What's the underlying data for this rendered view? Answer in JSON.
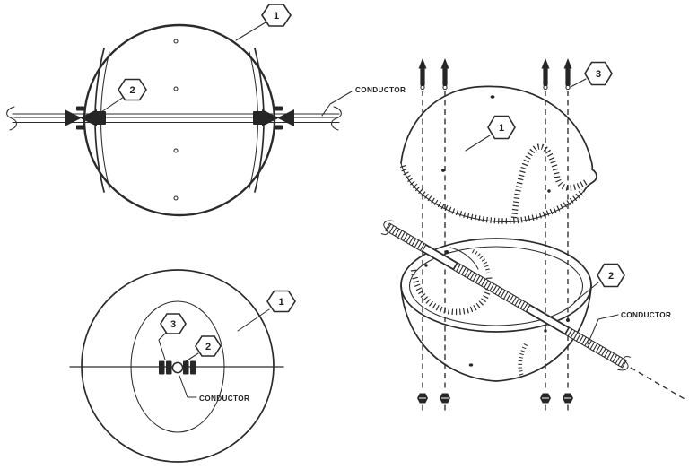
{
  "background": "#ffffff",
  "ink_color": "#2b2b2b",
  "views": {
    "side": {
      "callouts": {
        "c1": "1",
        "c2": "2"
      },
      "conductor_label": "CONDUCTOR"
    },
    "end": {
      "callouts": {
        "c1": "1",
        "c2": "2",
        "c3": "3"
      },
      "conductor_label": "CONDUCTOR"
    },
    "exploded": {
      "callouts": {
        "c1": "1",
        "c2": "2",
        "c3": "3"
      },
      "conductor_label": "CONDUCTOR"
    }
  }
}
